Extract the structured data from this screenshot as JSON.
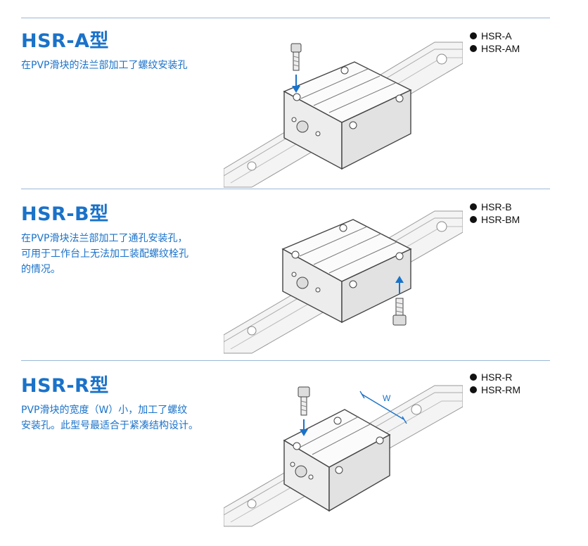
{
  "sections": [
    {
      "title": "HSR-A型",
      "description": [
        "在PVP滑块的法兰部加工了螺纹安装孔"
      ],
      "models": [
        "HSR-A",
        "HSR-AM"
      ]
    },
    {
      "title": "HSR-B型",
      "description": [
        "在PVP滑块法兰部加工了通孔安装孔，",
        "可用于工作台上无法加工装配螺纹栓孔",
        "的情况。"
      ],
      "models": [
        "HSR-B",
        "HSR-BM"
      ]
    },
    {
      "title": "HSR-R型",
      "description": [
        "PVP滑块的宽度（W）小，加工了螺纹",
        "安装孔。此型号最适合于紧凑结构设计。"
      ],
      "models": [
        "HSR-R",
        "HSR-RM"
      ],
      "dimension_label": "W"
    }
  ],
  "colors": {
    "title": "#1a72c9",
    "description": "#1a72c9",
    "rule": "#9ab8d6",
    "bullet": "#111111"
  },
  "icons": {
    "bullet": "filled-circle",
    "bolt": "socket-head-bolt",
    "arrow": "blue-arrow"
  }
}
